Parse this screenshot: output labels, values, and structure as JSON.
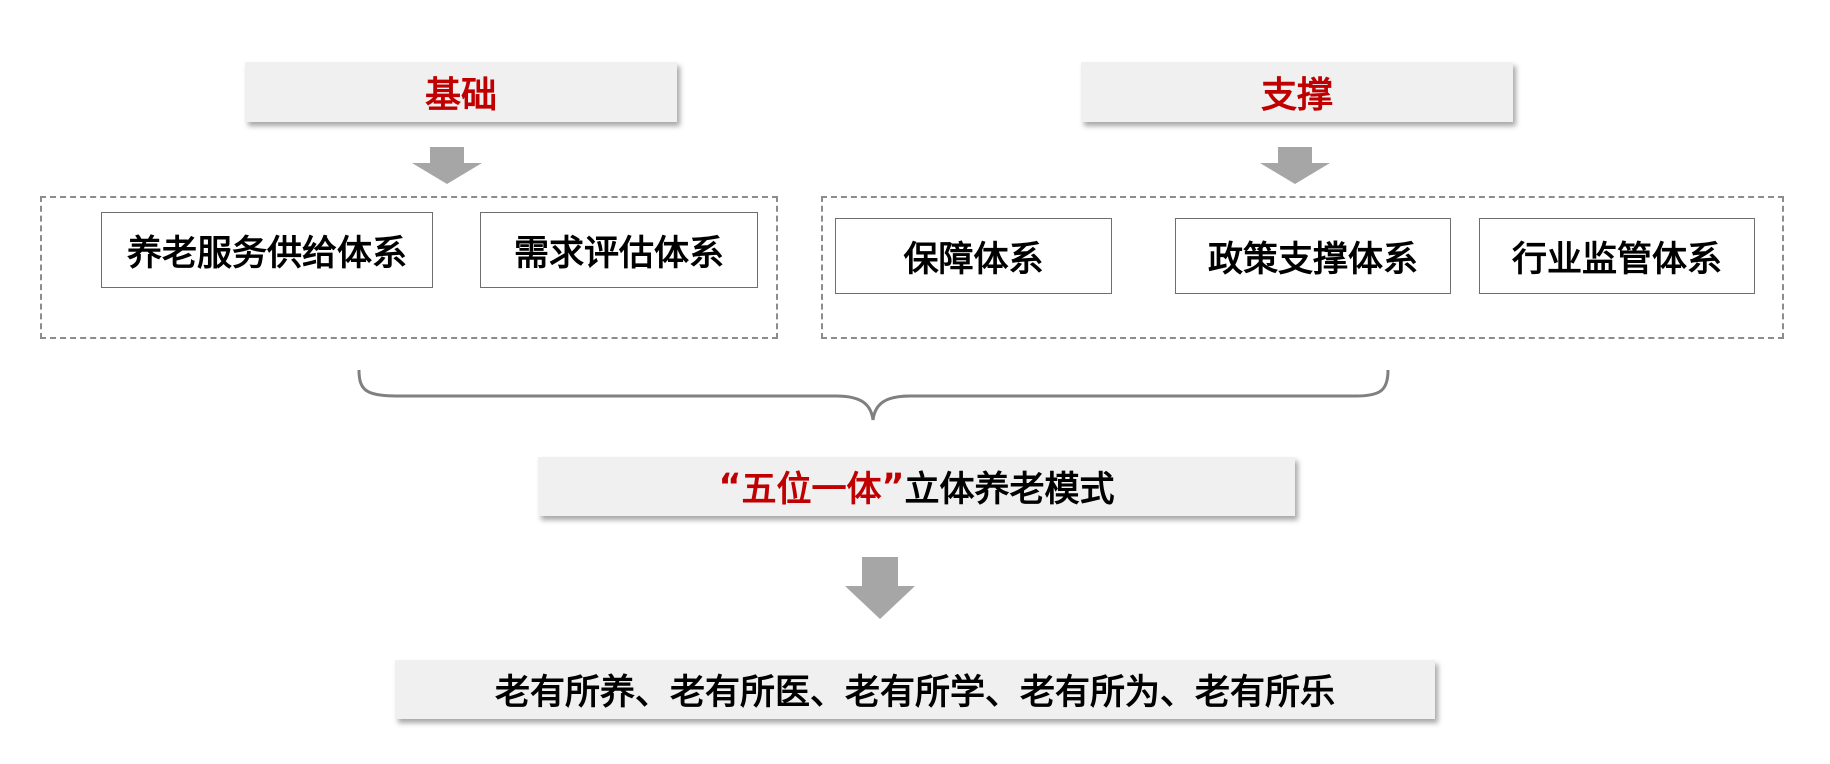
{
  "foundation": {
    "title": "基础",
    "items": [
      "养老服务供给体系",
      "需求评估体系"
    ]
  },
  "support": {
    "title": "支撑",
    "items": [
      "保障体系",
      "政策支撑体系",
      "行业监管体系"
    ]
  },
  "model": {
    "quote_open": "“",
    "highlight": "五位一体",
    "quote_close": "”",
    "suffix": "立体养老模式"
  },
  "result": {
    "text": "老有所养、老有所医、老有所学、老有所为、老有所乐"
  },
  "colors": {
    "accent": "#c00000",
    "arrow": "#a6a6a6",
    "box_bg": "#f0f0f0",
    "border": "#8c8c8c"
  }
}
